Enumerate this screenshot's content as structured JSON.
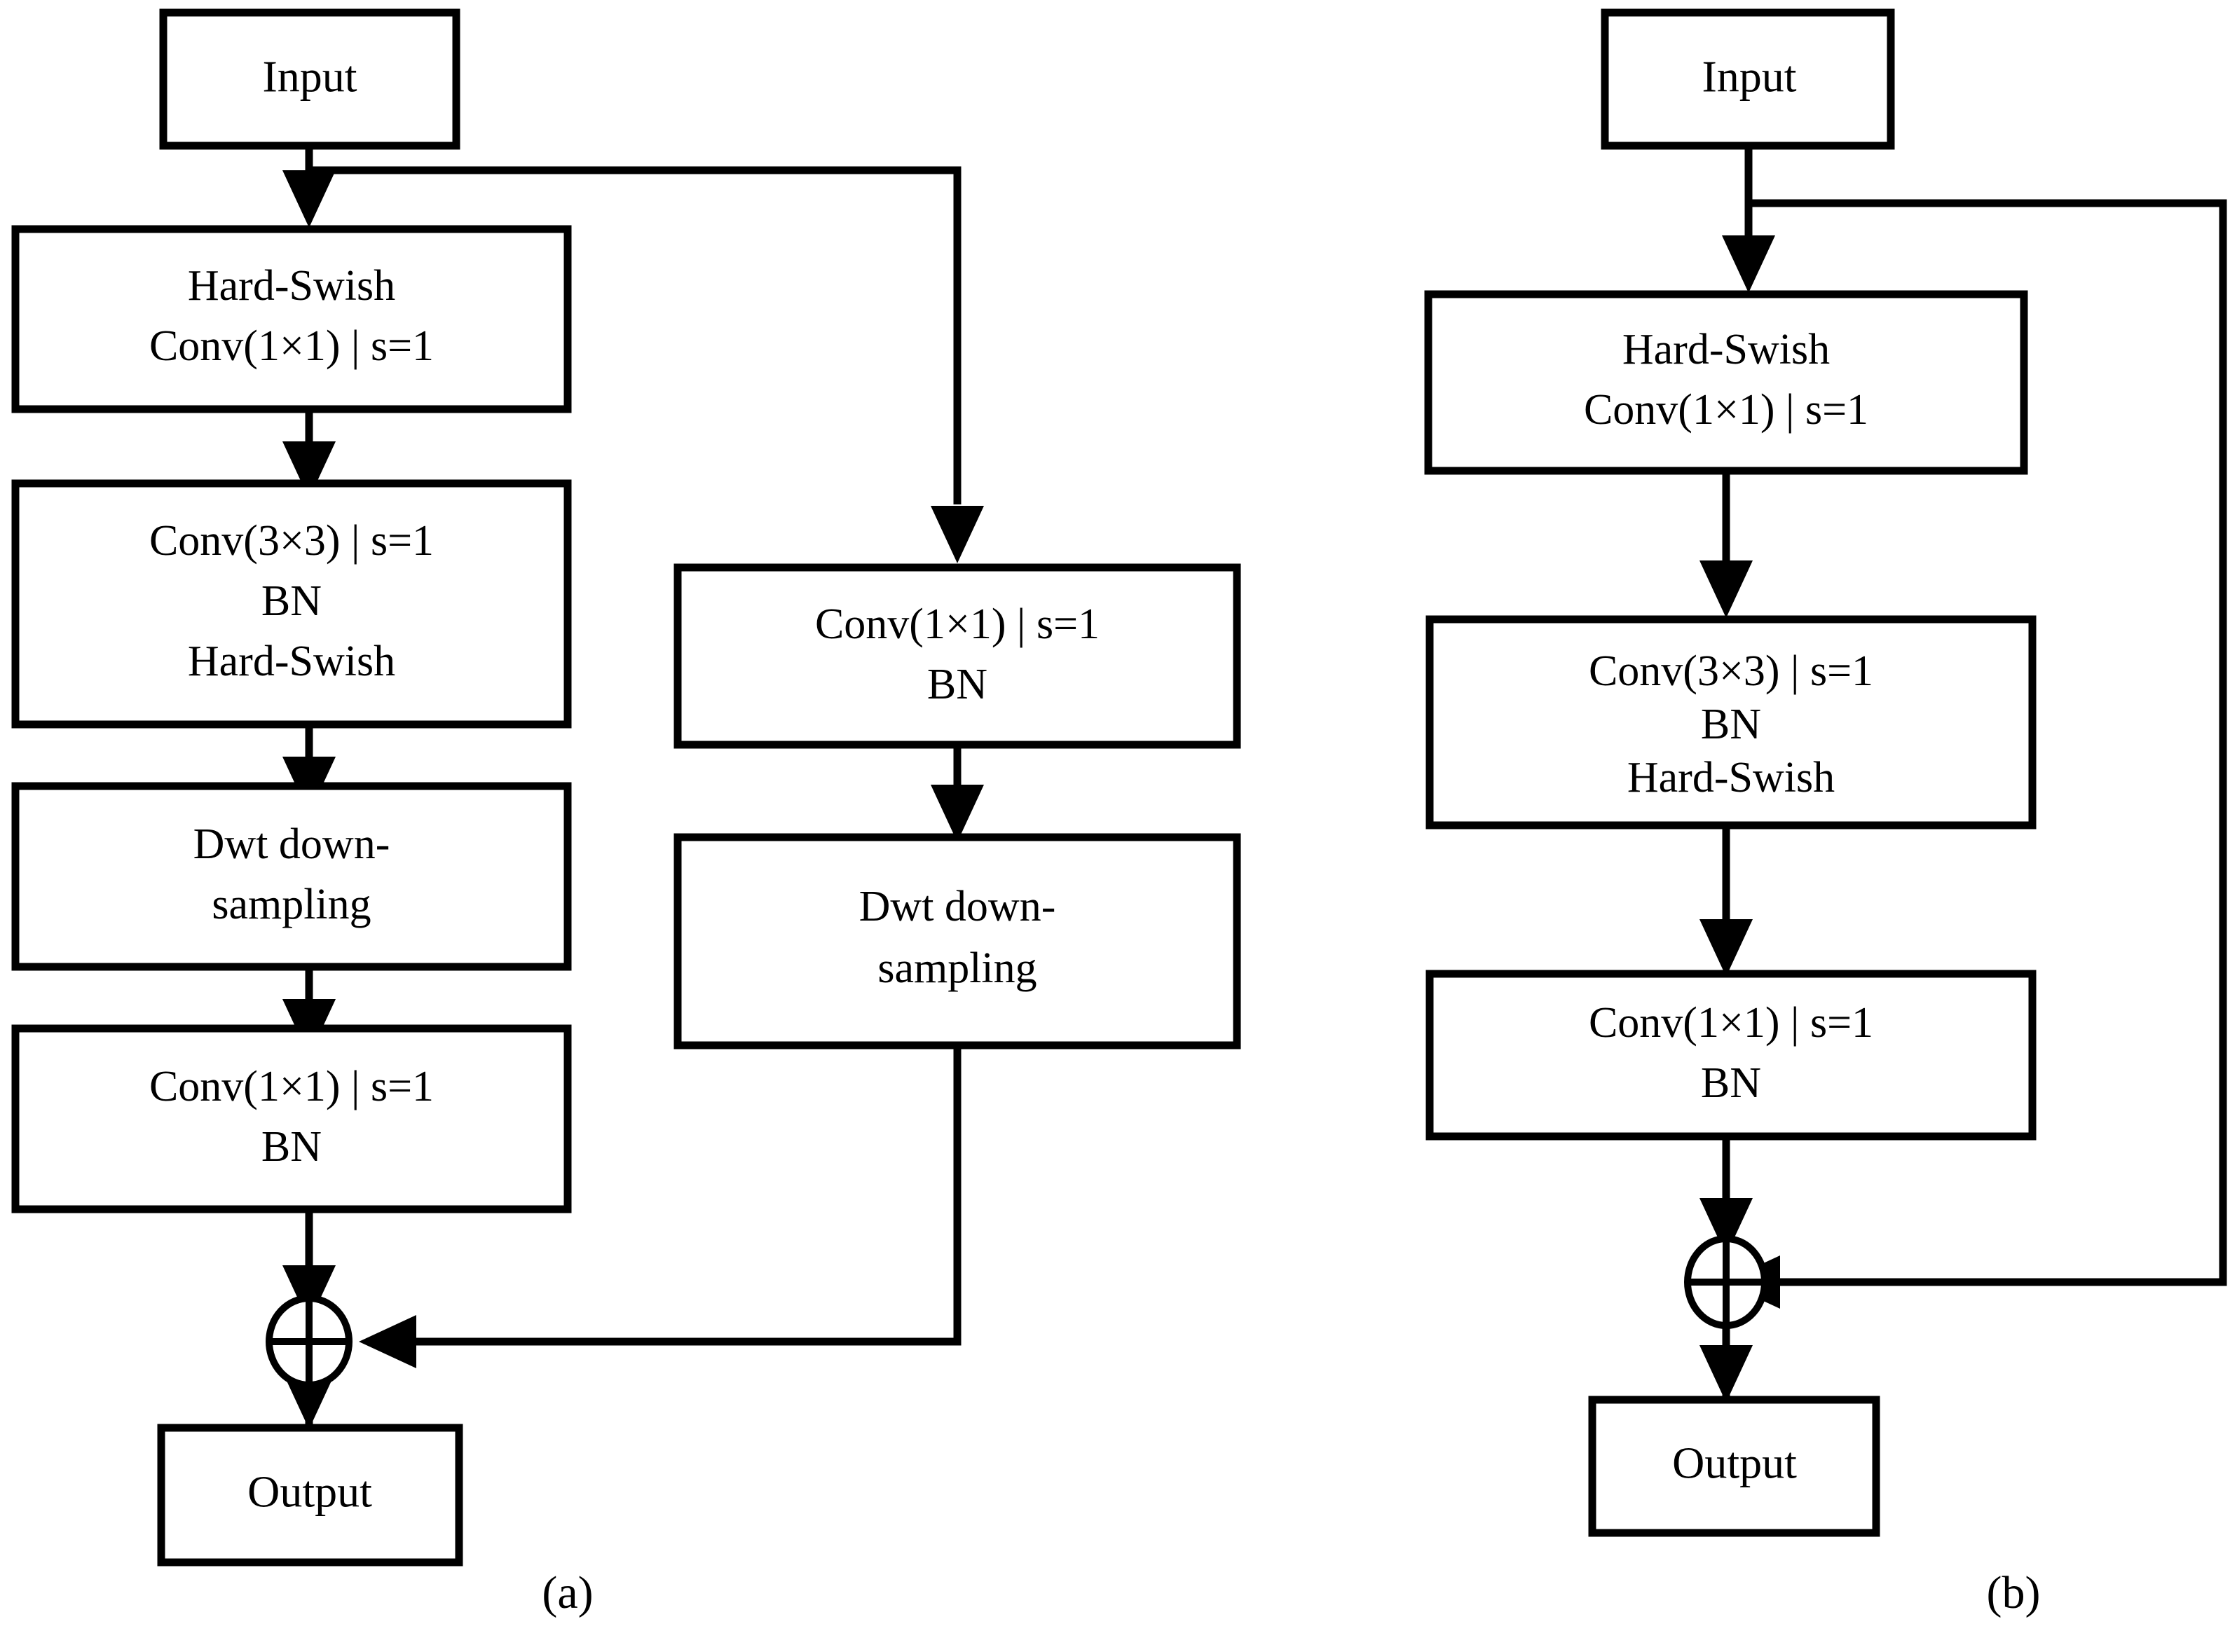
{
  "figure": {
    "type": "block-diagram",
    "description": "Two residual block architecture diagrams",
    "stroke_color": "#000000",
    "background_color": "#ffffff"
  },
  "panels": [
    {
      "id": "a",
      "caption": "(a)",
      "nodes": [
        {
          "id": "a-input",
          "lines": [
            "Input"
          ]
        },
        {
          "id": "a-hs-conv1",
          "lines": [
            "Hard-Swish",
            "Conv(1×1) | s=1"
          ]
        },
        {
          "id": "a-conv3",
          "lines": [
            "Conv(3×3) | s=1",
            "BN",
            "Hard-Swish"
          ]
        },
        {
          "id": "a-dwt-main",
          "lines": [
            "Dwt down-",
            "sampling"
          ]
        },
        {
          "id": "a-conv1-bn",
          "lines": [
            "Conv(1×1) | s=1",
            "BN"
          ]
        },
        {
          "id": "a-output",
          "lines": [
            "Output"
          ]
        },
        {
          "id": "a-skip-conv1",
          "lines": [
            "Conv(1×1) | s=1",
            "BN"
          ]
        },
        {
          "id": "a-skip-dwt",
          "lines": [
            "Dwt down-",
            "sampling"
          ]
        }
      ],
      "sum_node": {
        "id": "a-sum",
        "symbol": "⊕",
        "name": "element-wise-add"
      }
    },
    {
      "id": "b",
      "caption": "(b)",
      "nodes": [
        {
          "id": "b-input",
          "lines": [
            "Input"
          ]
        },
        {
          "id": "b-hs-conv1",
          "lines": [
            "Hard-Swish",
            "Conv(1×1) | s=1"
          ]
        },
        {
          "id": "b-conv3",
          "lines": [
            "Conv(3×3) | s=1",
            "BN",
            "Hard-Swish"
          ]
        },
        {
          "id": "b-conv1-bn",
          "lines": [
            "Conv(1×1) | s=1",
            "BN"
          ]
        },
        {
          "id": "b-output",
          "lines": [
            "Output"
          ]
        }
      ],
      "sum_node": {
        "id": "b-sum",
        "symbol": "⊕",
        "name": "element-wise-add"
      }
    }
  ]
}
